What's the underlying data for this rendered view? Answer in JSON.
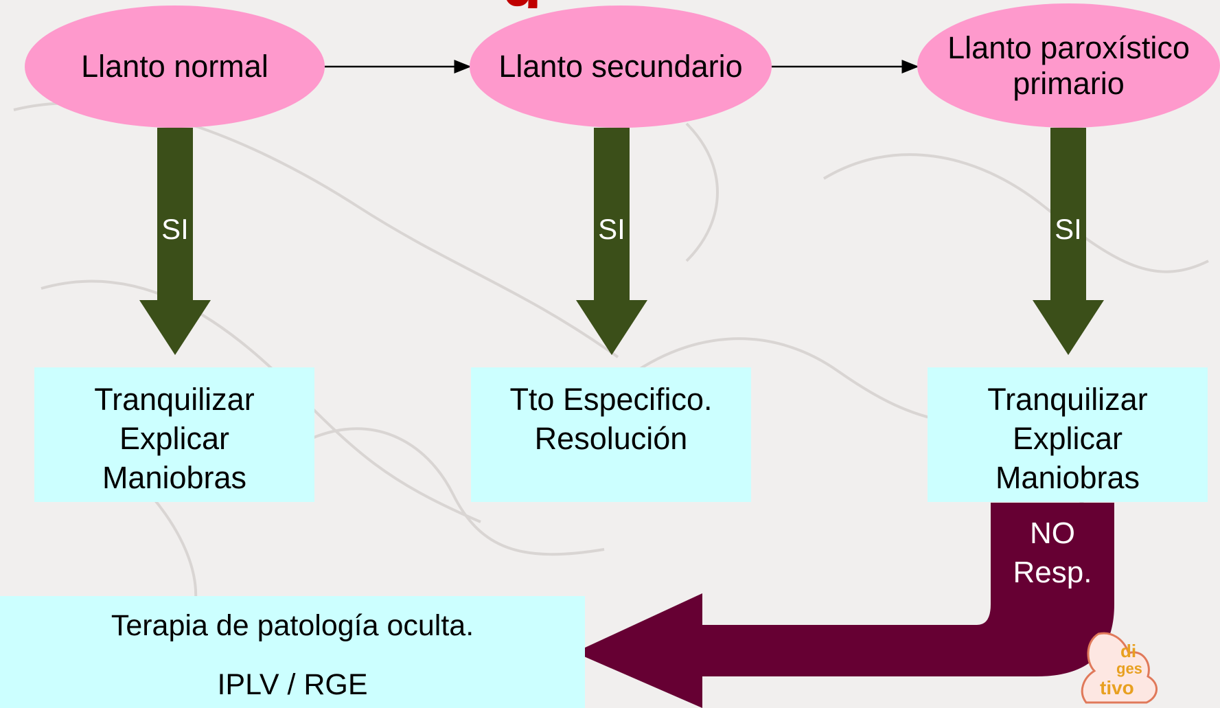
{
  "title_fragment": "g",
  "nodes": {
    "normal": {
      "label": "Llanto normal"
    },
    "secundario": {
      "label": "Llanto secundario"
    },
    "paroxistico": {
      "line1": "Llanto paroxístico",
      "line2": "primario"
    }
  },
  "edges": {
    "si_1": "SI",
    "si_2": "SI",
    "si_3": "SI",
    "no_resp_line1": "NO",
    "no_resp_line2": "Resp."
  },
  "outcomes": {
    "normal": [
      "Tranquilizar",
      "Explicar",
      "Maniobras"
    ],
    "secundario": [
      "Tto Especifico.",
      "Resolución"
    ],
    "paroxistico": [
      "Tranquilizar",
      "Explicar",
      "Maniobras"
    ]
  },
  "final": {
    "line1": "Terapia de patología oculta.",
    "line2": "IPLV / RGE"
  },
  "logo": {
    "text1": "di",
    "text2": "ges",
    "text3": "tivo"
  },
  "colors": {
    "ellipse_fill": "#fe99cc",
    "box_fill": "#ccffff",
    "si_arrow": "#3b4f19",
    "no_arrow": "#660033",
    "title": "#c00000"
  }
}
